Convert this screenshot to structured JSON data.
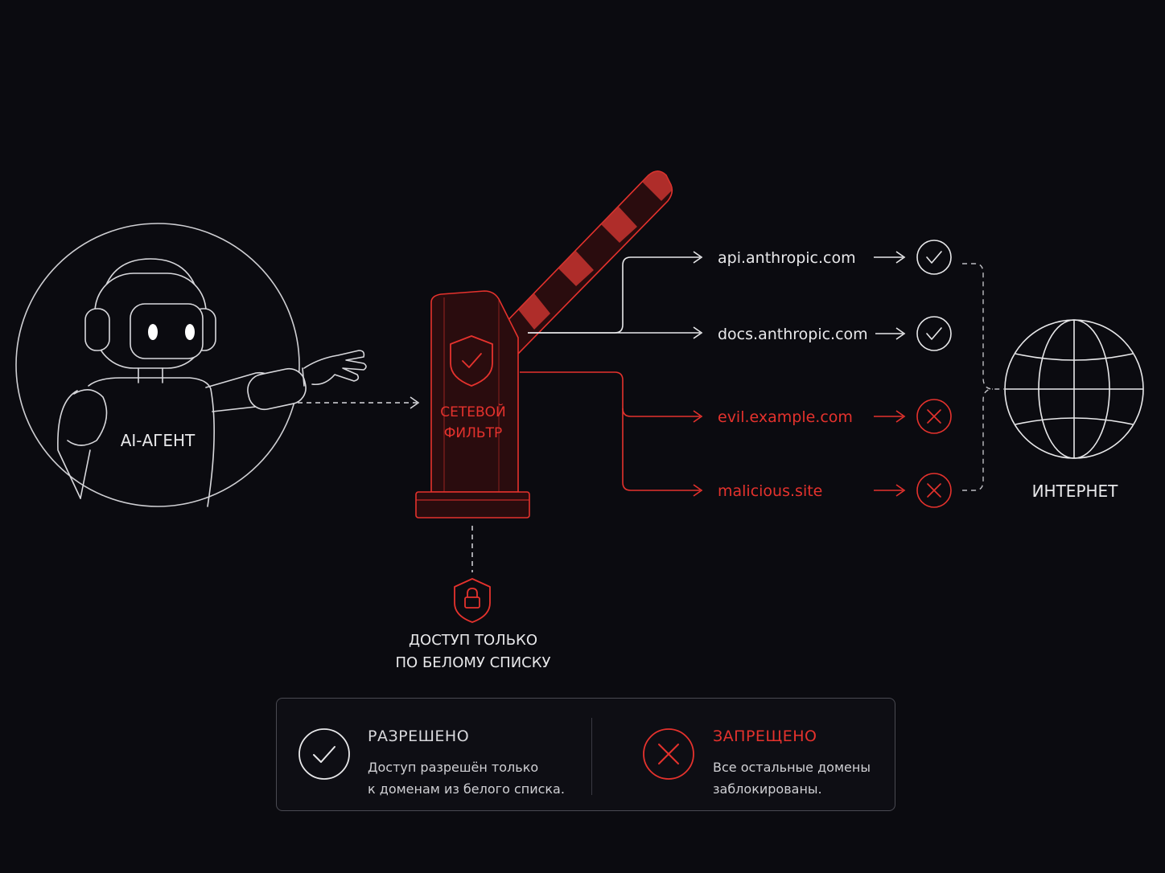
{
  "agent": {
    "label": "AI-АГЕНТ"
  },
  "filter": {
    "line1": "СЕТЕВОЙ",
    "line2": "ФИЛЬТР"
  },
  "whitelist": {
    "line1": "ДОСТУП ТОЛЬКО",
    "line2": "ПО БЕЛОМУ СПИСКУ"
  },
  "domains": [
    {
      "name": "api.anthropic.com",
      "status": "allowed"
    },
    {
      "name": "docs.anthropic.com",
      "status": "allowed"
    },
    {
      "name": "evil.example.com",
      "status": "blocked"
    },
    {
      "name": "malicious.site",
      "status": "blocked"
    }
  ],
  "internet": {
    "label": "ИНТЕРНЕТ"
  },
  "legend": {
    "allowed": {
      "title": "РАЗРЕШЕНО",
      "line1": "Доступ разрешён только",
      "line2": "к доменам из белого списка."
    },
    "denied": {
      "title": "ЗАПРЕЩЕНО",
      "line1": "Все остальные домены",
      "line2": "заблокированы."
    }
  },
  "colors": {
    "background": "#0b0b10",
    "accent_red": "#e5322d",
    "line_white": "#e8e8ea"
  },
  "icons": [
    "robot-icon",
    "barrier-gate-icon",
    "shield-check-icon",
    "shield-lock-icon",
    "check-circle-icon",
    "cross-circle-icon",
    "globe-icon"
  ]
}
